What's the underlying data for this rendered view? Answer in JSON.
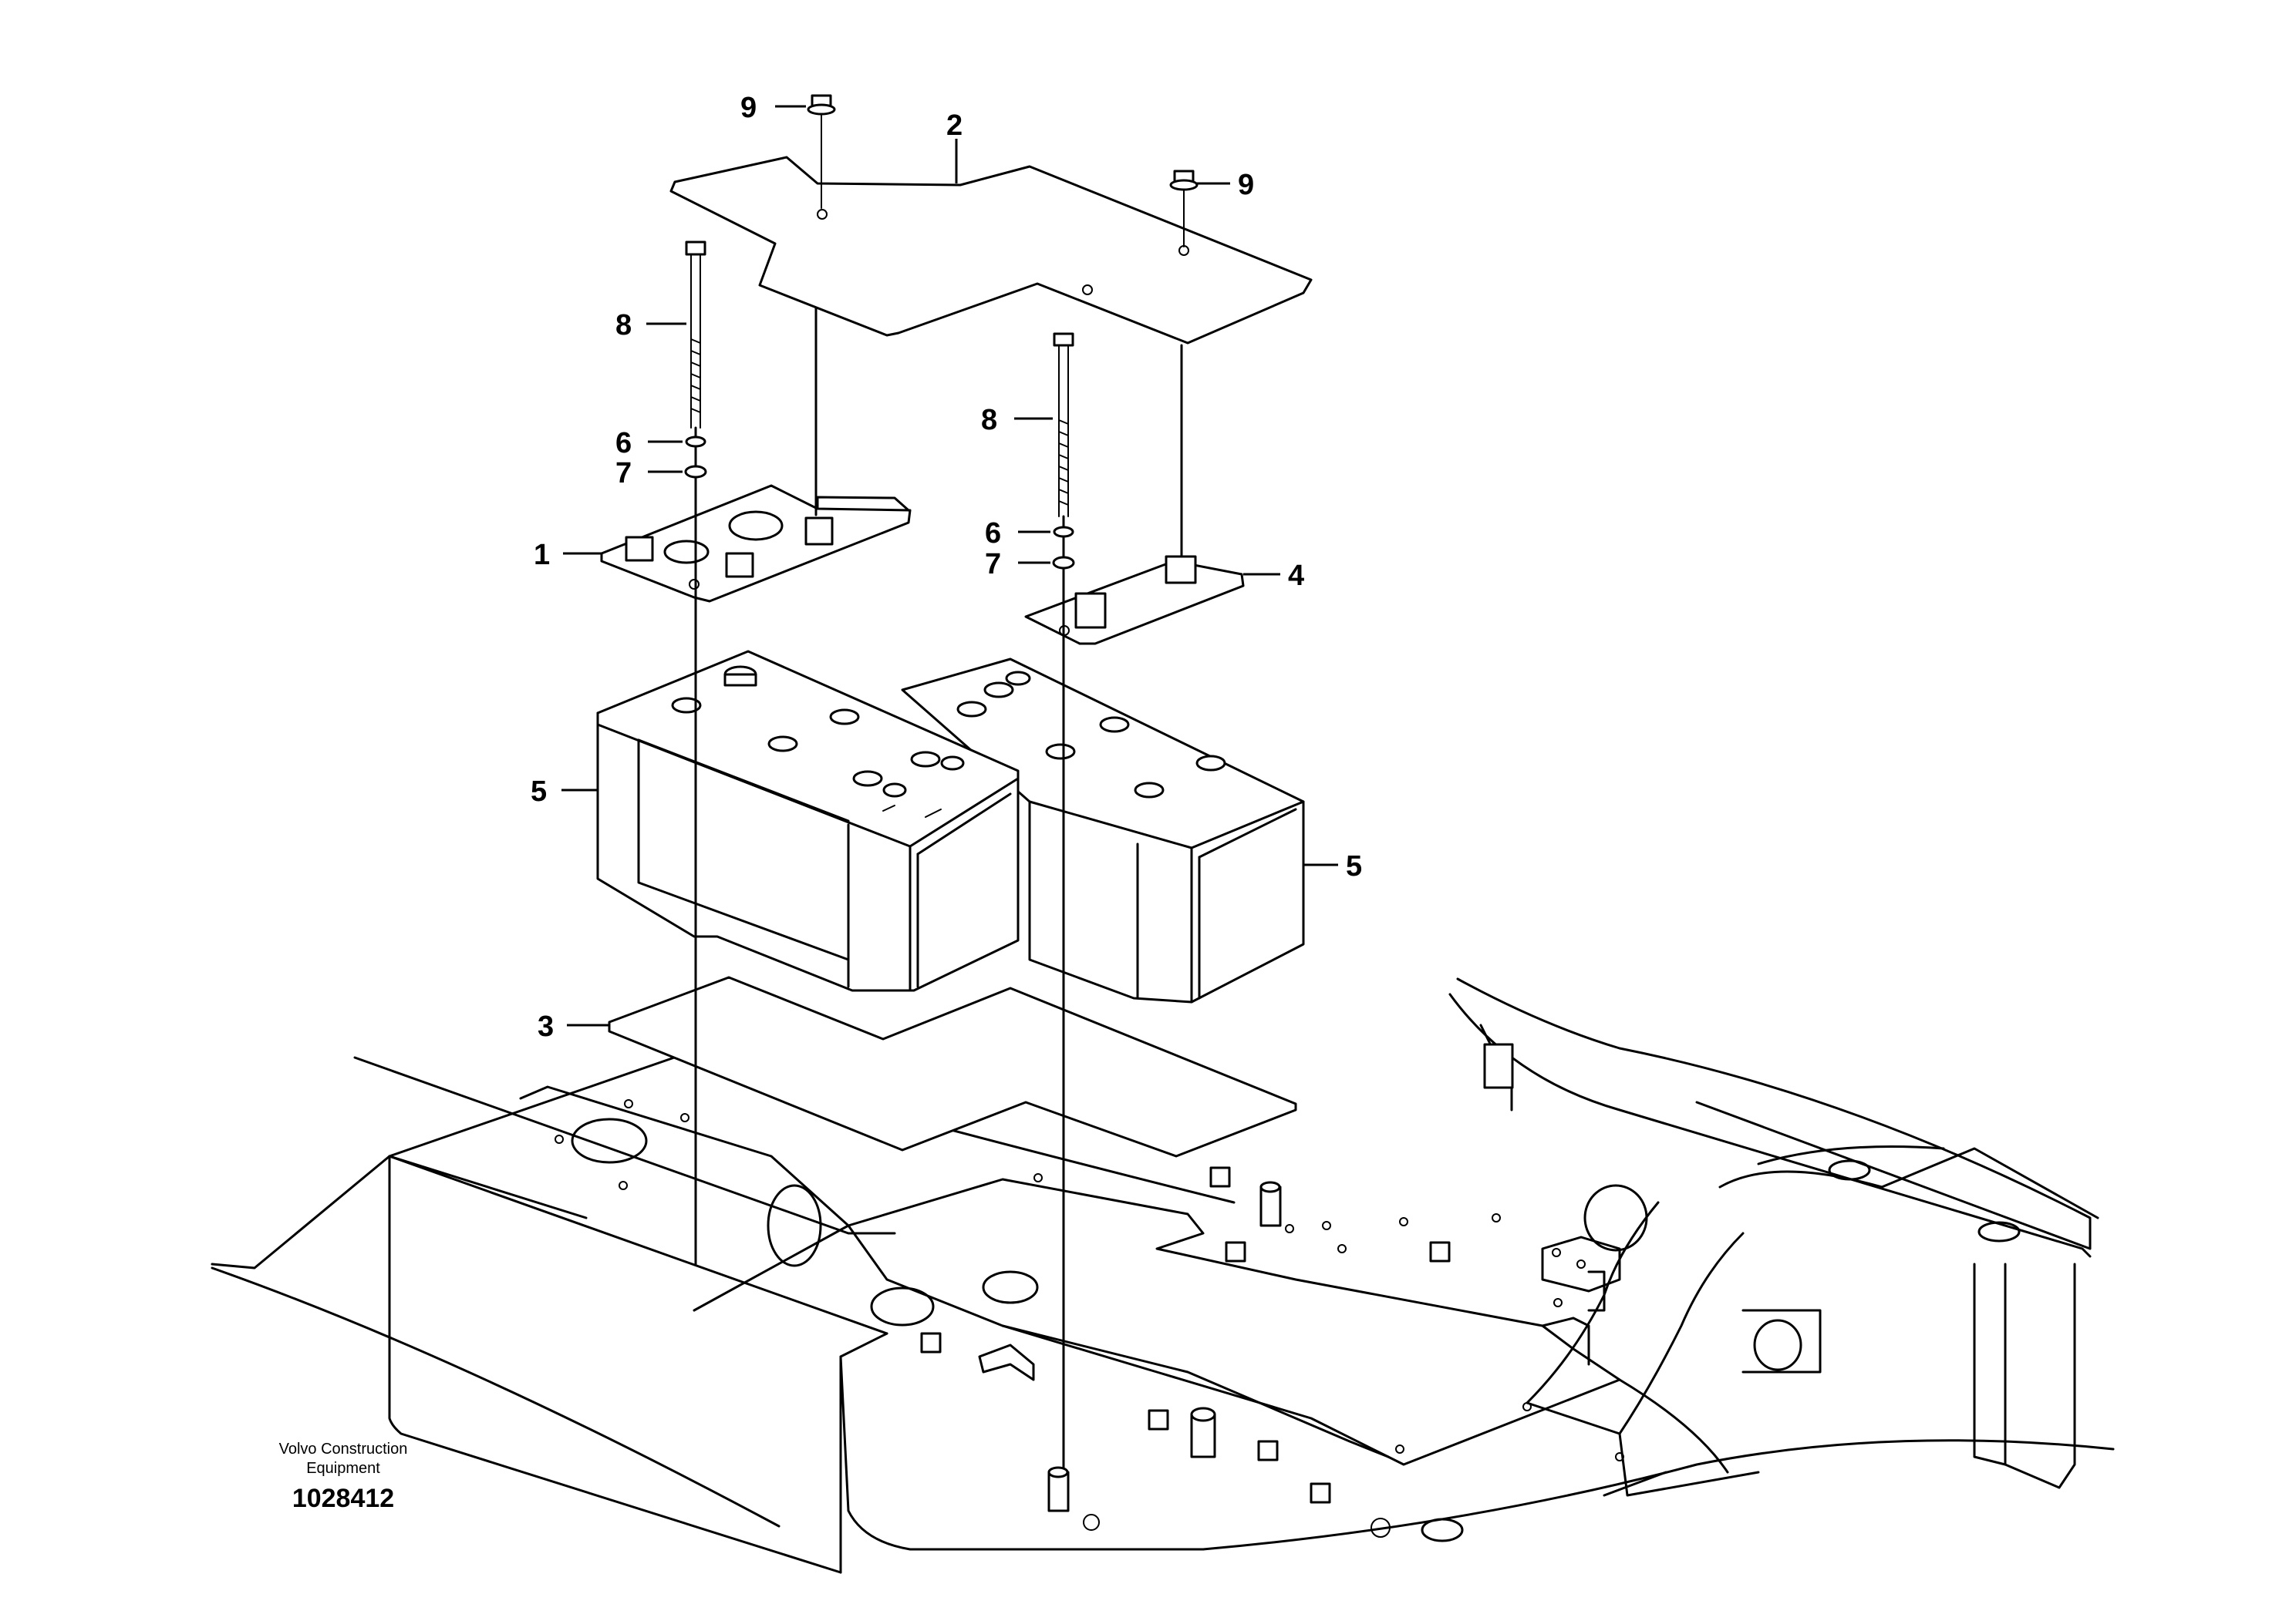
{
  "callouts": {
    "c1": "1",
    "c2": "2",
    "c3": "3",
    "c4": "4",
    "c5a": "5",
    "c5b": "5",
    "c6a": "6",
    "c6b": "6",
    "c7a": "7",
    "c7b": "7",
    "c8a": "8",
    "c8b": "8",
    "c9a": "9",
    "c9b": "9"
  },
  "caption": {
    "company_line1": "Volvo Construction",
    "company_line2": "Equipment",
    "drawing_number": "1028412"
  }
}
